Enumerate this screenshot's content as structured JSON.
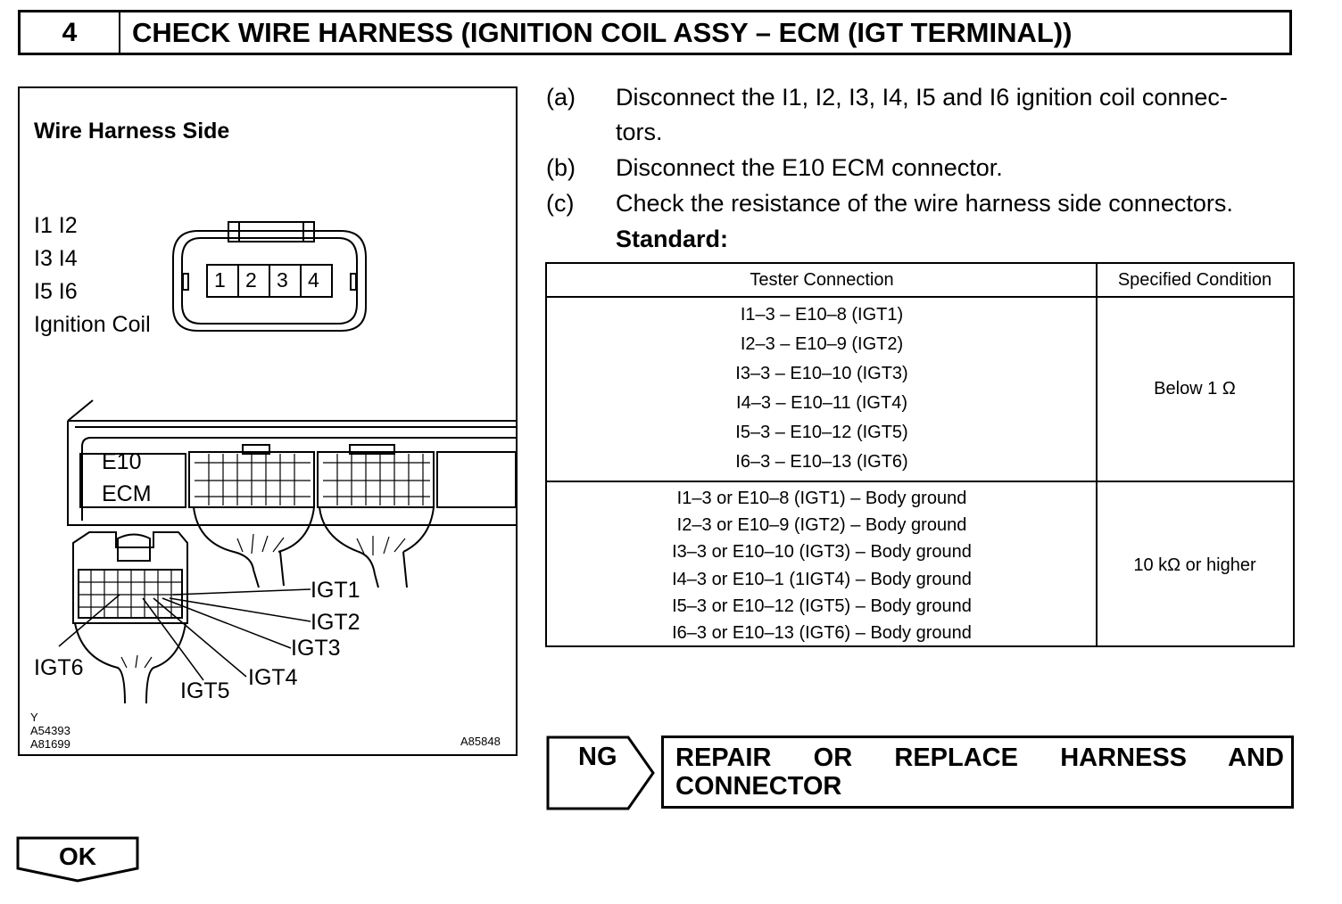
{
  "header": {
    "step_number": "4",
    "title": "CHECK WIRE HARNESS (IGNITION COIL ASSY – ECM (IGT TERMINAL))"
  },
  "figure": {
    "caption": "Wire Harness Side",
    "coil_labels": [
      "I1 I2",
      "I3 I4",
      "I5 I6",
      "Ignition Coil"
    ],
    "coil_pins": [
      "1",
      "2",
      "3",
      "4"
    ],
    "ecm_labels": [
      "E10",
      "ECM"
    ],
    "igt_labels": [
      "IGT1",
      "IGT2",
      "IGT3",
      "IGT4",
      "IGT5",
      "IGT6"
    ],
    "ref_codes": [
      "Y",
      "A54393",
      "A81699"
    ],
    "figure_id": "A85848"
  },
  "steps": [
    {
      "mark": "(a)",
      "lines": [
        "Disconnect the I1, I2, I3, I4, I5 and I6 ignition coil connec-",
        "tors."
      ]
    },
    {
      "mark": "(b)",
      "lines": [
        "Disconnect the E10 ECM connector."
      ]
    },
    {
      "mark": "(c)",
      "lines": [
        "Check the resistance of the wire harness side connectors."
      ]
    }
  ],
  "standard_label": "Standard:",
  "table": {
    "headers": [
      "Tester Connection",
      "Specified Condition"
    ],
    "rows": [
      {
        "connections": [
          "I1–3 – E10–8 (IGT1)",
          "I2–3 – E10–9 (IGT2)",
          "I3–3 – E10–10 (IGT3)",
          "I4–3 – E10–11 (IGT4)",
          "I5–3 – E10–12 (IGT5)",
          "I6–3 – E10–13 (IGT6)"
        ],
        "condition": "Below 1 Ω"
      },
      {
        "connections": [
          "I1–3 or E10–8 (IGT1) – Body ground",
          "I2–3 or E10–9 (IGT2) – Body ground",
          "I3–3 or E10–10 (IGT3) – Body ground",
          "I4–3 or E10–1 (1IGT4) – Body ground",
          "I5–3 or E10–12 (IGT5) – Body ground",
          "I6–3 or E10–13 (IGT6) – Body ground"
        ],
        "condition": "10 kΩ or higher"
      }
    ]
  },
  "ng": {
    "label": "NG",
    "action_lines": [
      "REPAIR OR REPLACE HARNESS AND",
      "CONNECTOR"
    ]
  },
  "ok": {
    "label": "OK"
  }
}
